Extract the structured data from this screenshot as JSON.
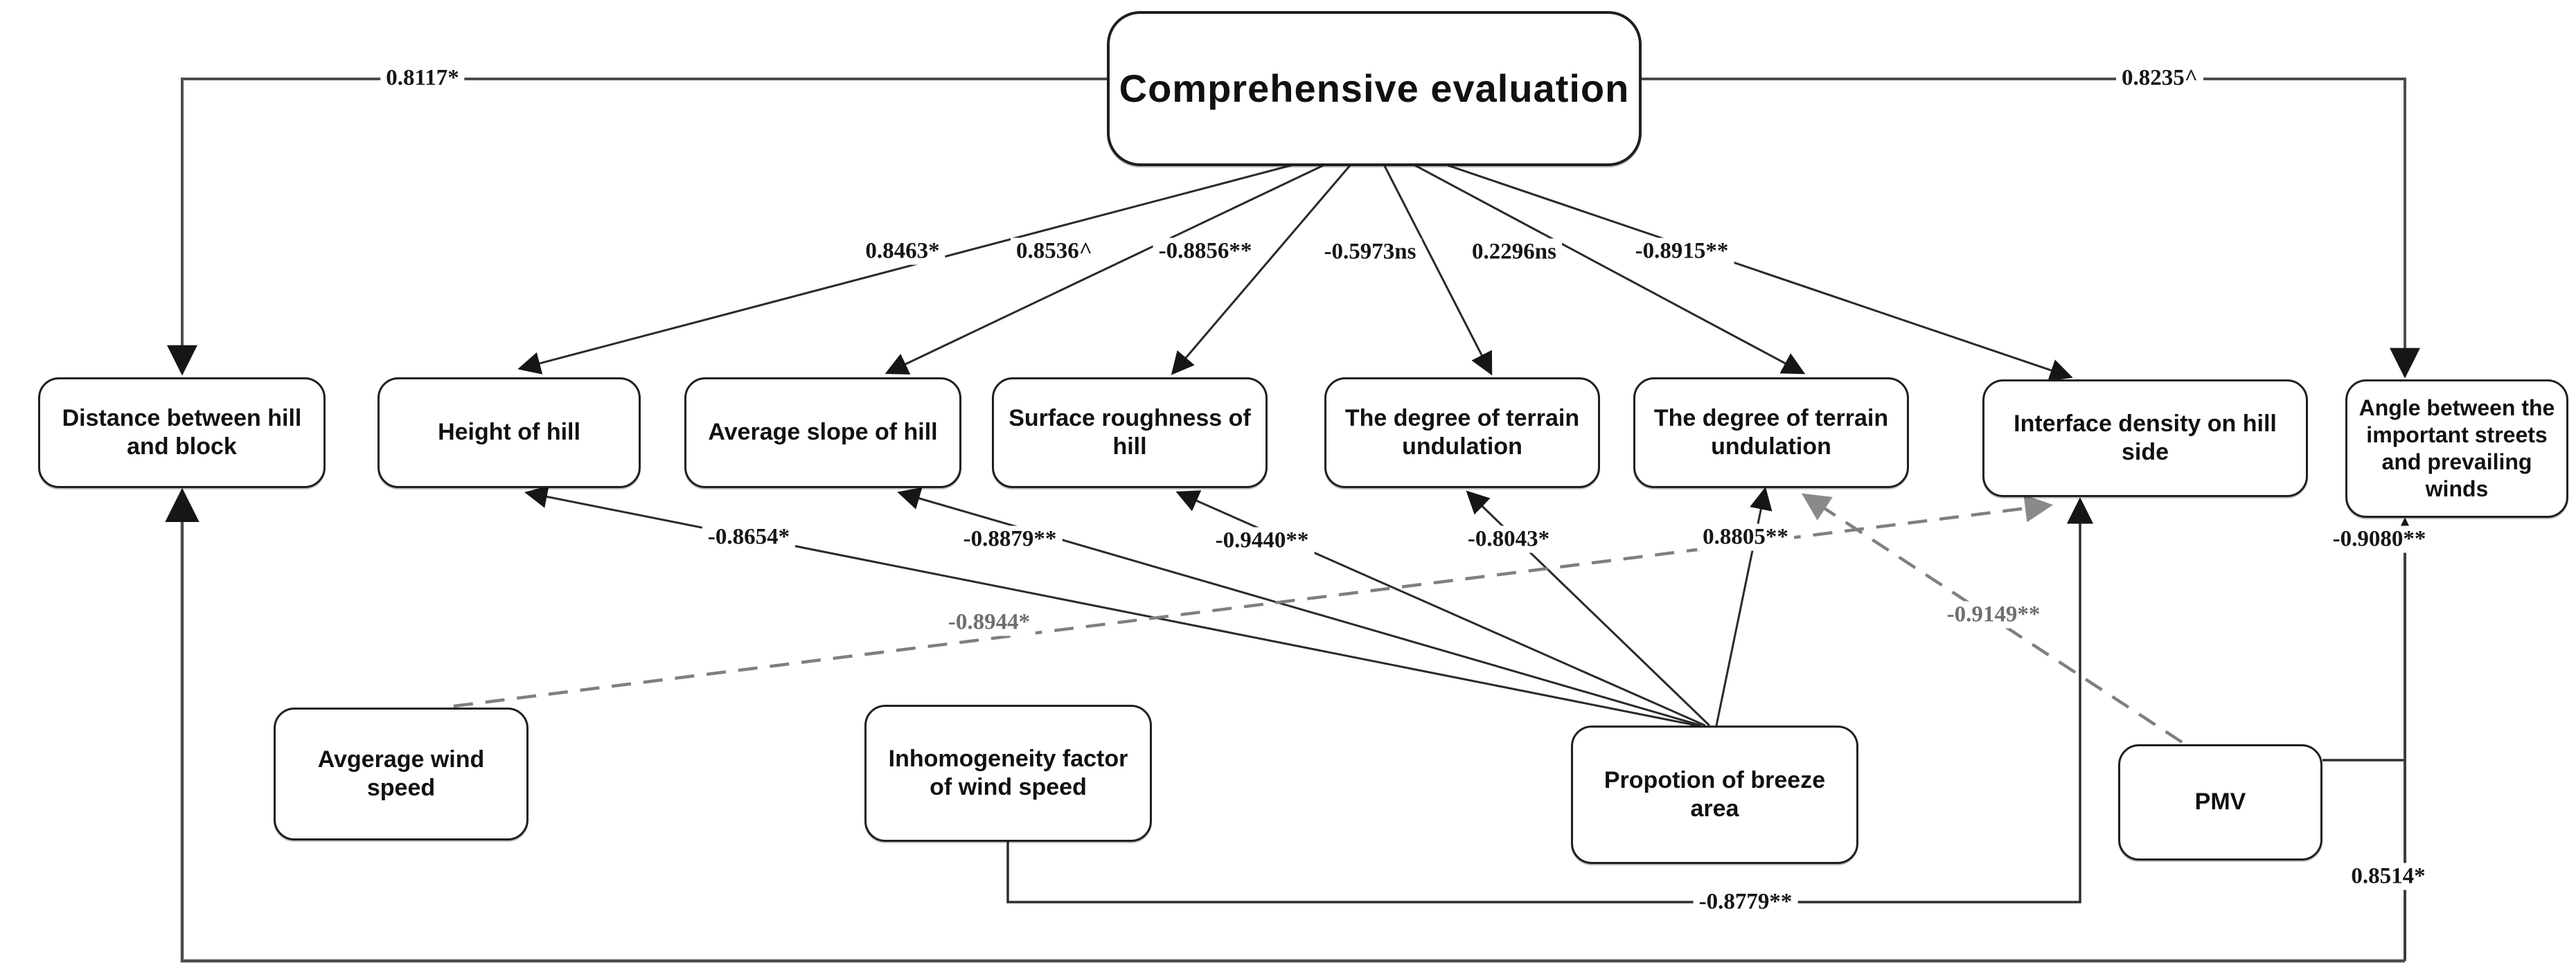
{
  "figure": {
    "nodes": {
      "root": "Comprehensive evaluation",
      "distance": "Distance between hill and block",
      "height": "Height of hill",
      "slope": "Average slope of hill",
      "roughness": "Surface roughness of hill",
      "terrain1": "The degree of terrain undulation",
      "terrain2": "The degree of terrain undulation",
      "interface": "Interface density on hill side",
      "angle": "Angle between the important streets and prevailing winds",
      "wind": "Avgerage wind speed",
      "inhomogeneity": "Inhomogeneity factor of wind speed",
      "breeze": "Propotion of breeze area",
      "pmv": "PMV"
    },
    "edges": [
      {
        "from": "root",
        "to": "distance",
        "label": "0.8117*",
        "style": "elbow-solid"
      },
      {
        "from": "root",
        "to": "angle",
        "label": "0.8235^",
        "style": "elbow-solid"
      },
      {
        "from": "root",
        "to": "height",
        "label": "0.8463*",
        "style": "solid"
      },
      {
        "from": "root",
        "to": "slope",
        "label": "0.8536^",
        "style": "solid"
      },
      {
        "from": "root",
        "to": "roughness",
        "label": "-0.8856**",
        "style": "solid"
      },
      {
        "from": "root",
        "to": "terrain1",
        "label": "-0.5973ns",
        "style": "solid"
      },
      {
        "from": "root",
        "to": "terrain2",
        "label": "0.2296ns",
        "style": "solid"
      },
      {
        "from": "root",
        "to": "interface",
        "label": "-0.8915**",
        "style": "solid"
      },
      {
        "from": "breeze",
        "to": "height",
        "label": "-0.8654*",
        "style": "solid"
      },
      {
        "from": "breeze",
        "to": "slope",
        "label": "-0.8879**",
        "style": "solid"
      },
      {
        "from": "breeze",
        "to": "roughness",
        "label": "-0.9440**",
        "style": "solid"
      },
      {
        "from": "breeze",
        "to": "terrain1",
        "label": "-0.8043*",
        "style": "solid"
      },
      {
        "from": "breeze",
        "to": "terrain2",
        "label": "0.8805**",
        "style": "solid"
      },
      {
        "from": "wind",
        "to": "interface",
        "label": "-0.8944*",
        "style": "dashed-gray"
      },
      {
        "from": "pmv",
        "to": "terrain2",
        "label": "-0.9149**",
        "style": "dashed-gray"
      },
      {
        "from": "pmv",
        "to": "angle",
        "label": "-0.9080**",
        "style": "elbow-solid"
      },
      {
        "from": "inhomogeneity",
        "to": "interface",
        "label": "-0.8779**",
        "style": "elbow-solid"
      },
      {
        "from": "pmv",
        "to": "distance",
        "label": "0.8514*",
        "style": "elbow-solid"
      }
    ],
    "colors": {
      "solid_line": "#2a2a2a",
      "elbow_line": "#4d4d4d",
      "dashed_line": "#7f7f7f",
      "box_border": "#1f1f1f",
      "text": "#111111"
    }
  }
}
